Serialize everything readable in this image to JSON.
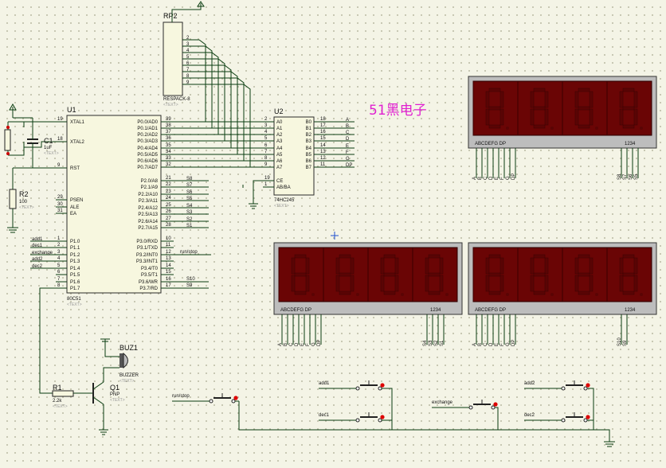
{
  "title": "51黑电子",
  "u1": {
    "ref": "U1",
    "type": "80C51",
    "text": "<TEXT>",
    "left_pins": [
      {
        "num": "19",
        "name": "XTAL1"
      },
      {
        "num": "18",
        "name": "XTAL2"
      },
      {
        "num": "9",
        "name": "RST"
      },
      {
        "num": "29",
        "name": "PSEN"
      },
      {
        "num": "30",
        "name": "ALE"
      },
      {
        "num": "31",
        "name": "EA"
      },
      {
        "num": "1",
        "name": "P1.0"
      },
      {
        "num": "2",
        "name": "P1.1"
      },
      {
        "num": "3",
        "name": "P1.2"
      },
      {
        "num": "4",
        "name": "P1.3"
      },
      {
        "num": "5",
        "name": "P1.4"
      },
      {
        "num": "6",
        "name": "P1.5"
      },
      {
        "num": "7",
        "name": "P1.6"
      },
      {
        "num": "8",
        "name": "P1.7"
      }
    ],
    "right_pins": [
      {
        "num": "39",
        "name": "P0.0/AD0"
      },
      {
        "num": "38",
        "name": "P0.1/AD1"
      },
      {
        "num": "37",
        "name": "P0.2/AD2"
      },
      {
        "num": "36",
        "name": "P0.3/AD3"
      },
      {
        "num": "35",
        "name": "P0.4/AD4"
      },
      {
        "num": "34",
        "name": "P0.5/AD5"
      },
      {
        "num": "33",
        "name": "P0.6/AD6"
      },
      {
        "num": "32",
        "name": "P0.7/AD7"
      },
      {
        "num": "21",
        "name": "P2.0/A8"
      },
      {
        "num": "22",
        "name": "P2.1/A9"
      },
      {
        "num": "23",
        "name": "P2.2/A10"
      },
      {
        "num": "24",
        "name": "P2.3/A11"
      },
      {
        "num": "25",
        "name": "P2.4/A12"
      },
      {
        "num": "26",
        "name": "P2.5/A13"
      },
      {
        "num": "27",
        "name": "P2.6/A14"
      },
      {
        "num": "28",
        "name": "P2.7/A15"
      },
      {
        "num": "10",
        "name": "P3.0/RXD"
      },
      {
        "num": "11",
        "name": "P3.1/TXD"
      },
      {
        "num": "12",
        "name": "P3.2/INT0"
      },
      {
        "num": "13",
        "name": "P3.3/INT1"
      },
      {
        "num": "14",
        "name": "P3.4/T0"
      },
      {
        "num": "15",
        "name": "P3.5/T1"
      },
      {
        "num": "16",
        "name": "P3.6/WR"
      },
      {
        "num": "17",
        "name": "P3.7/RD"
      }
    ],
    "p2_nets": [
      "S8",
      "S7",
      "S6",
      "S5",
      "S4",
      "S3",
      "S2",
      "S1"
    ],
    "p1_nets": [
      "add1",
      "dec1",
      "exchange",
      "add2",
      "dec2"
    ],
    "p3_nets": {
      "p32": "run/stop",
      "p36": "S10",
      "p37": "S9"
    }
  },
  "u2": {
    "ref": "U2",
    "type": "74HC245",
    "text": "<TEXT>",
    "left_pins": [
      {
        "num": "2",
        "name": "A0"
      },
      {
        "num": "3",
        "name": "A1"
      },
      {
        "num": "4",
        "name": "A2"
      },
      {
        "num": "5",
        "name": "A3"
      },
      {
        "num": "6",
        "name": "A4"
      },
      {
        "num": "7",
        "name": "A5"
      },
      {
        "num": "8",
        "name": "A6"
      },
      {
        "num": "9",
        "name": "A7"
      },
      {
        "num": "19",
        "name": "CE"
      },
      {
        "num": "1",
        "name": "AB/BA"
      }
    ],
    "right_pins": [
      {
        "num": "18",
        "name": "B0"
      },
      {
        "num": "17",
        "name": "B1"
      },
      {
        "num": "16",
        "name": "B2"
      },
      {
        "num": "15",
        "name": "B3"
      },
      {
        "num": "14",
        "name": "B4"
      },
      {
        "num": "13",
        "name": "B5"
      },
      {
        "num": "12",
        "name": "B6"
      },
      {
        "num": "11",
        "name": "B7"
      }
    ],
    "out_nets": [
      "A",
      "B",
      "C",
      "D",
      "E",
      "F",
      "G",
      "DP"
    ]
  },
  "rp2": {
    "ref": "RP2",
    "type": "RESPACK-8",
    "text": "<TEXT>",
    "pins": [
      "2",
      "3",
      "4",
      "5",
      "6",
      "7",
      "8",
      "9"
    ]
  },
  "c1": {
    "ref": "C1",
    "value": "1uF",
    "text": "<TEXT>"
  },
  "r2": {
    "ref": "R2",
    "value": "100",
    "text": "<TEXT>"
  },
  "r1": {
    "ref": "R1",
    "value": "2.2k",
    "text": "<TEXT>"
  },
  "q1": {
    "ref": "Q1",
    "type": "PNP",
    "text": "<TEXT>"
  },
  "buz1": {
    "ref": "BUZ1",
    "type": "BUZZER",
    "text": "<TEXT>"
  },
  "displays": [
    {
      "seg_label": "ABCDEFG  DP",
      "digit_label": "1234",
      "seg_pins": [
        "A",
        "B",
        "C",
        "D",
        "E",
        "F",
        "G",
        "DP"
      ],
      "digit_nets": [
        "S8",
        "S7",
        "S6",
        "S5"
      ]
    },
    {
      "seg_label": "ABCDEFG  DP",
      "digit_label": "1234",
      "seg_pins": [
        "A",
        "B",
        "C",
        "D",
        "E",
        "F",
        "G",
        "DP"
      ],
      "digit_nets": [
        "S4",
        "S3",
        "S2",
        "S1"
      ]
    },
    {
      "seg_label": "ABCDEFG  DP",
      "digit_label": "1234",
      "seg_pins": [
        "A",
        "B",
        "C",
        "D",
        "E",
        "F",
        "G",
        "DP"
      ],
      "digit_nets": [
        "S10",
        "S9"
      ]
    }
  ],
  "buttons": {
    "run_stop": "run/stop",
    "add1": "add1",
    "dec1": "dec1",
    "exchange": "exchange",
    "add2": "add2",
    "dec2": "dec2"
  },
  "colors": {
    "wire": "#0a3d10",
    "title": "#e020d0",
    "display_body": "#7a0606",
    "led_off": "#6a0606"
  }
}
